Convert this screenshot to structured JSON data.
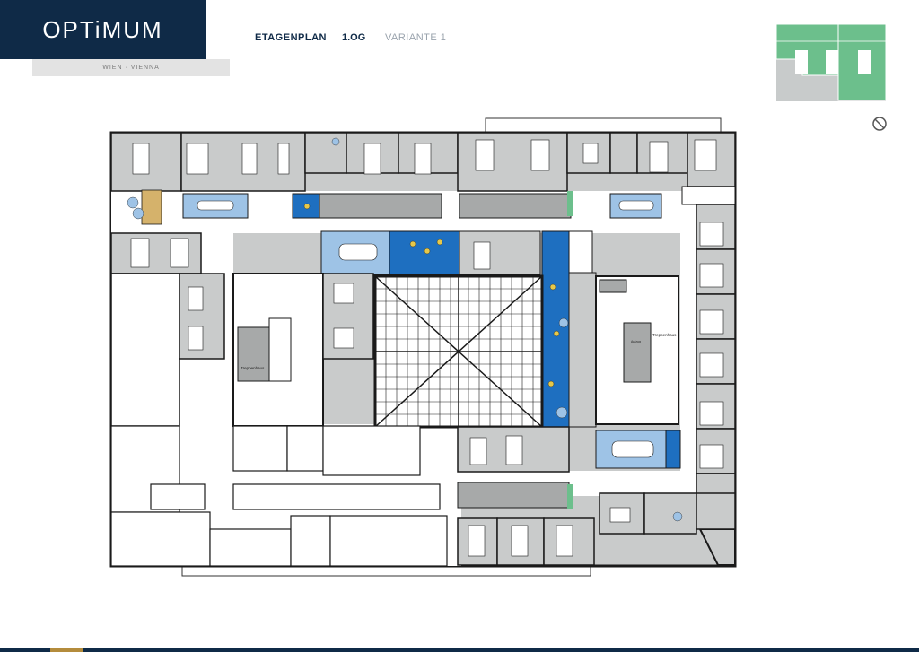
{
  "brand": {
    "logo": "OPTiMUM",
    "location": "WIEN · VIENNA"
  },
  "header": {
    "title": "ETAGENPLAN",
    "floor": "1.OG",
    "variant": "VARIANTE 1"
  },
  "plan": {
    "core_left_label": "Treppenhaus",
    "core_right_label": "Treppenhaus",
    "lift_label": "Aufzug"
  },
  "icons": {
    "compass": "north-arrow-icon",
    "keyplan": "building-keyplan-icon"
  },
  "colors": {
    "brand_navy": "#0f2a47",
    "wall": "#1a1a1a",
    "office_floor": "#c9cbcb",
    "corridor": "#ffffff",
    "meeting_blue": "#9ec3e6",
    "lounge_blue": "#1e6fc0",
    "highlight_green": "#6cbf8c",
    "core_gray": "#a7a9a9"
  }
}
